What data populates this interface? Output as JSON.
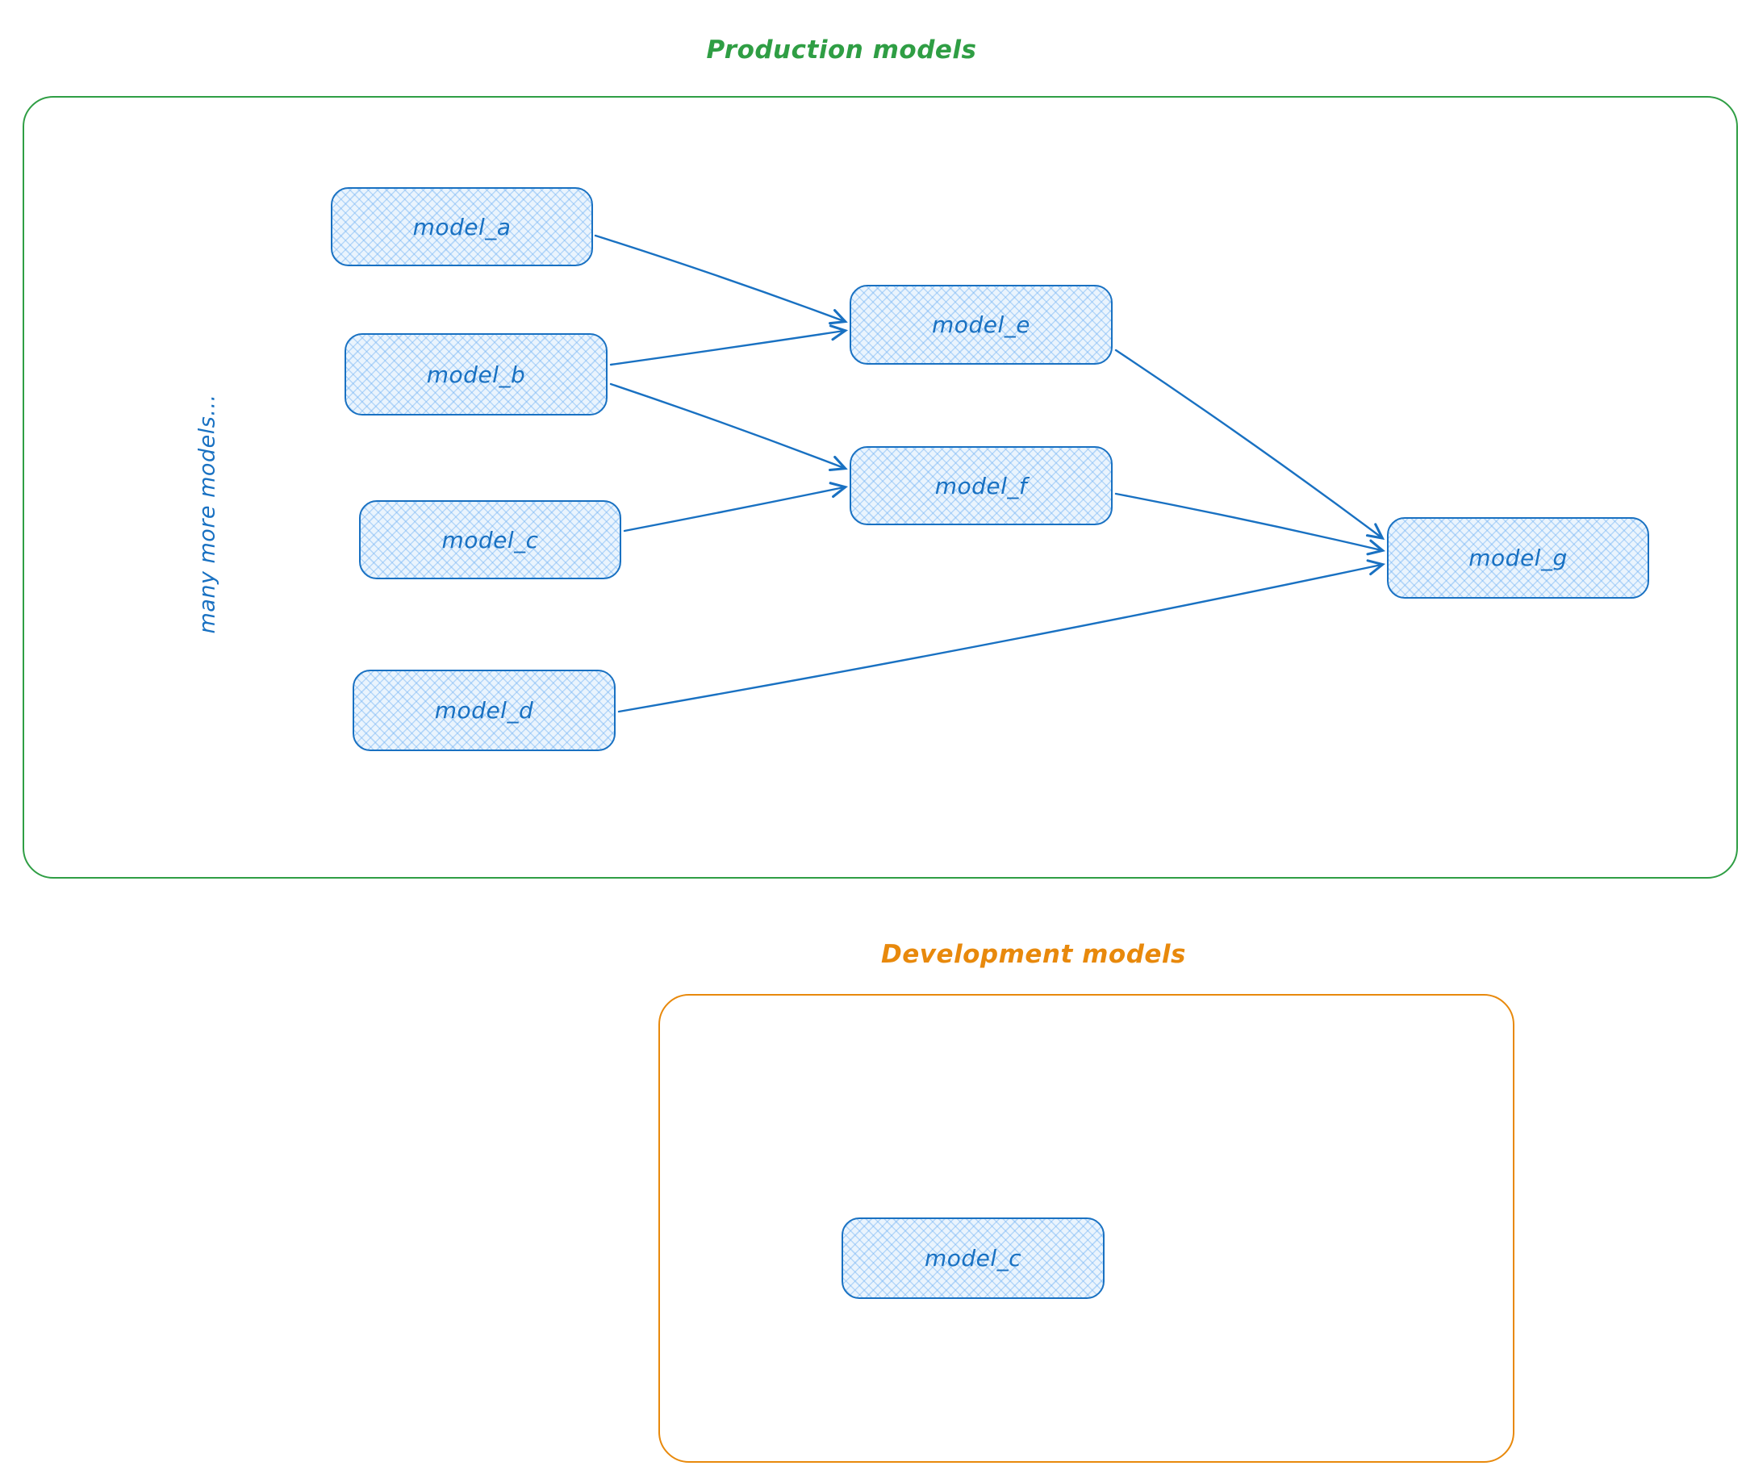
{
  "titles": {
    "production": "Production models",
    "development": "Development models"
  },
  "side_label": "many more models...",
  "nodes": {
    "a": {
      "label": "model_a"
    },
    "b": {
      "label": "model_b"
    },
    "c": {
      "label": "model_c"
    },
    "d": {
      "label": "model_d"
    },
    "e": {
      "label": "model_e"
    },
    "f": {
      "label": "model_f"
    },
    "g": {
      "label": "model_g"
    },
    "dev_c": {
      "label": "model_c"
    }
  },
  "edges": [
    {
      "from": "model_a",
      "to": "model_e"
    },
    {
      "from": "model_b",
      "to": "model_e"
    },
    {
      "from": "model_b",
      "to": "model_f"
    },
    {
      "from": "model_c",
      "to": "model_f"
    },
    {
      "from": "model_d",
      "to": "model_g"
    },
    {
      "from": "model_e",
      "to": "model_g"
    },
    {
      "from": "model_f",
      "to": "model_g"
    }
  ],
  "colors": {
    "production_border": "#2f9e44",
    "development_border": "#e8890c",
    "node_stroke": "#1971c2",
    "node_fill": "#eaf4fd"
  }
}
